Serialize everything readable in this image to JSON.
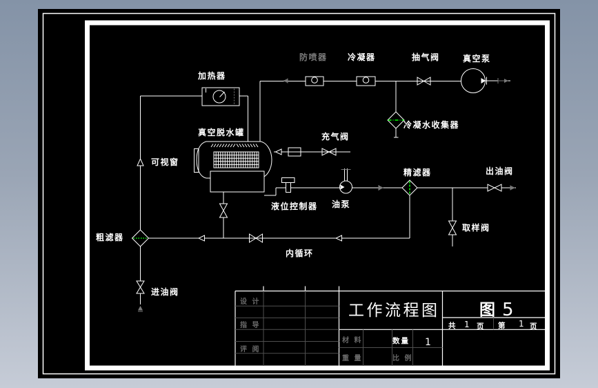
{
  "drawing": {
    "labels": {
      "heater": "加热器",
      "blowout_preventer": "防喷器",
      "condenser": "冷凝器",
      "extraction_valve": "抽气阀",
      "vacuum_pump": "真空泵",
      "condensate_collector": "冷凝水收集器",
      "vacuum_tank": "真空脱水罐",
      "inflation_valve": "充气阀",
      "sight_window": "可视窗",
      "level_controller": "液位控制器",
      "oil_pump": "油泵",
      "fine_filter": "精滤器",
      "outlet_valve": "出油阀",
      "sampling_valve": "取样阀",
      "coarse_filter": "粗滤器",
      "inlet_valve": "进油阀",
      "inner_loop": "内循环"
    },
    "colors": {
      "line": "#ffffff",
      "dim_gray": "#7a7a7a",
      "filter_green": "#00ff00",
      "canvas": "#000000",
      "background_top": "#8493a7",
      "background_bottom": "#c6ccd7"
    }
  },
  "title_block": {
    "design_label": "设 计",
    "advisor_label": "指 导",
    "review_label": "评 阅",
    "title": "工作流程图",
    "figure_label": "图",
    "figure_number": "5",
    "total_label": "共",
    "total_pages": "1",
    "total_page_unit": "页",
    "sheet_label": "第",
    "sheet_number": "1",
    "sheet_page_unit": "页",
    "material_label": "材 料",
    "quantity_label": "数量",
    "quantity_value": "1",
    "weight_label": "重 量",
    "scale_label": "比 例"
  }
}
